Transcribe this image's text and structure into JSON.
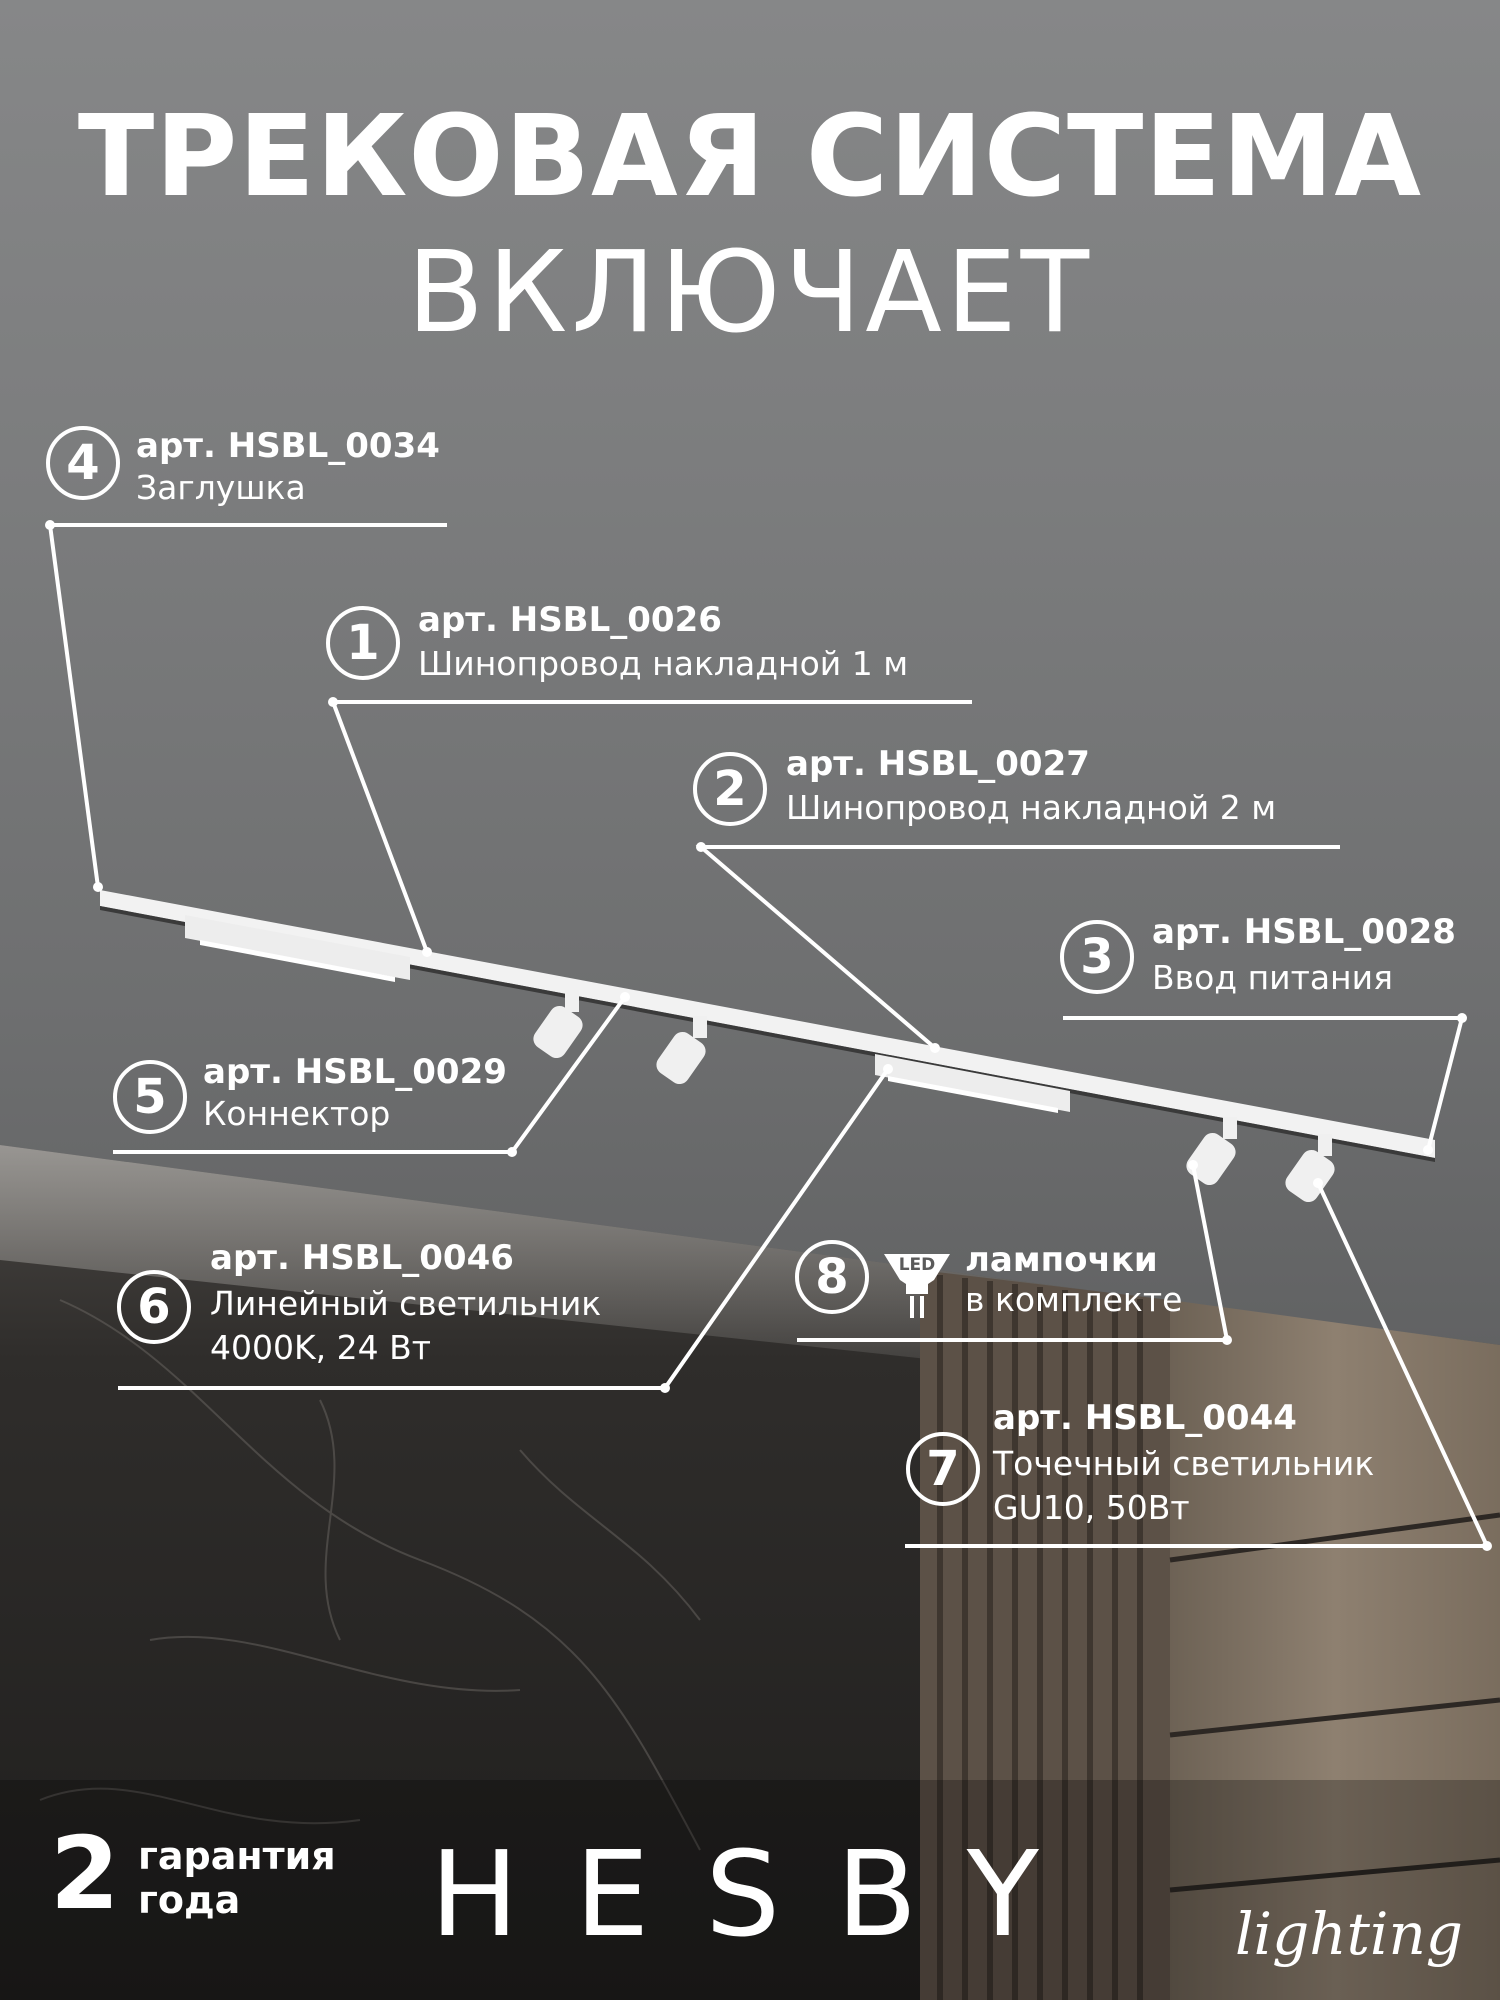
{
  "title": {
    "line1": "ТРЕКОВАЯ СИСТЕМА",
    "line2": "ВКЛЮЧАЕТ"
  },
  "items": [
    {
      "num": "4",
      "art": "арт. HSBL_0034",
      "desc": "Заглушка"
    },
    {
      "num": "1",
      "art": "арт. HSBL_0026",
      "desc": "Шинопровод накладной 1 м"
    },
    {
      "num": "2",
      "art": "арт. HSBL_0027",
      "desc": "Шинопровод накладной 2 м"
    },
    {
      "num": "3",
      "art": "арт. HSBL_0028",
      "desc": "Ввод питания"
    },
    {
      "num": "5",
      "art": "арт. HSBL_0029",
      "desc": "Коннектор"
    },
    {
      "num": "6",
      "art": "арт. HSBL_0046",
      "desc": "Линейный светильник",
      "desc2": "4000K, 24 Вт"
    },
    {
      "num": "8",
      "badge": "LED",
      "desc": "лампочки",
      "desc2": "в комплекте"
    },
    {
      "num": "7",
      "art": "арт. HSBL_0044",
      "desc": "Точечный светильник",
      "desc2": "GU10, 50Вт"
    }
  ],
  "warranty": {
    "number": "2",
    "line1": "гарантия",
    "line2": "года"
  },
  "brand": {
    "name": "HESBY",
    "sub": "lighting"
  },
  "colors": {
    "text": "#ffffff",
    "wall": "#7b7c7d",
    "marble": "#2e2c2a",
    "wood": "#8a7a68"
  }
}
